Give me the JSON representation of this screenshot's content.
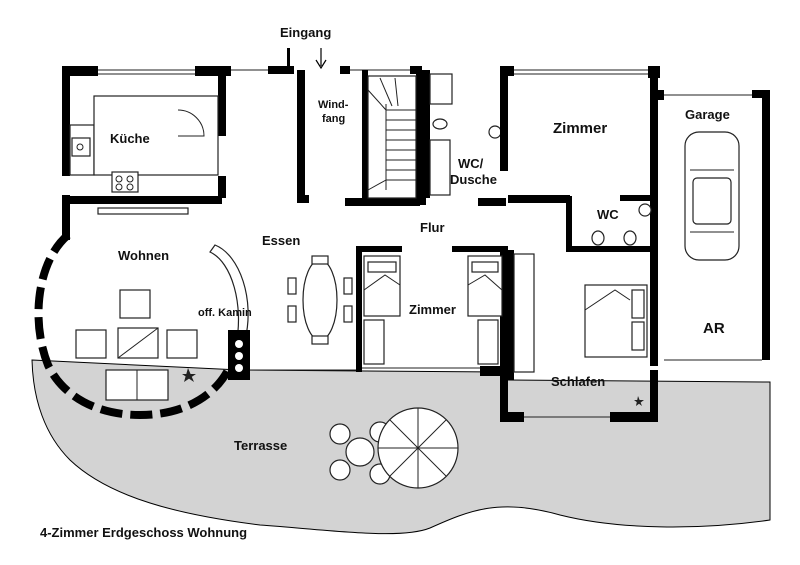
{
  "plan_title": "4-Zimmer Erdgeschoss Wohnung",
  "rooms": {
    "entrance": "Eingang",
    "kitchen": "Küche",
    "vestibule_line1": "Wind-",
    "vestibule_line2": "fang",
    "bath_line1": "WC/",
    "bath_line2": "Dusche",
    "room_top": "Zimmer",
    "garage": "Garage",
    "living": "Wohnen",
    "dining": "Essen",
    "hallway": "Flur",
    "wc": "WC",
    "fireplace": "off. Kamin",
    "room_middle": "Zimmer",
    "bedroom": "Schlafen",
    "storage": "AR",
    "terrace": "Terrasse"
  },
  "colors": {
    "walls": "#000000",
    "terrace": "#d3d3d3",
    "background": "#ffffff"
  },
  "icons": [
    "entrance-arrow-icon",
    "car-icon",
    "plant-icon",
    "umbrella-icon",
    "stove-icon",
    "sink-icon",
    "toilet-icon",
    "bed-icon",
    "sofa-icon",
    "table-icon",
    "chair-icon"
  ]
}
